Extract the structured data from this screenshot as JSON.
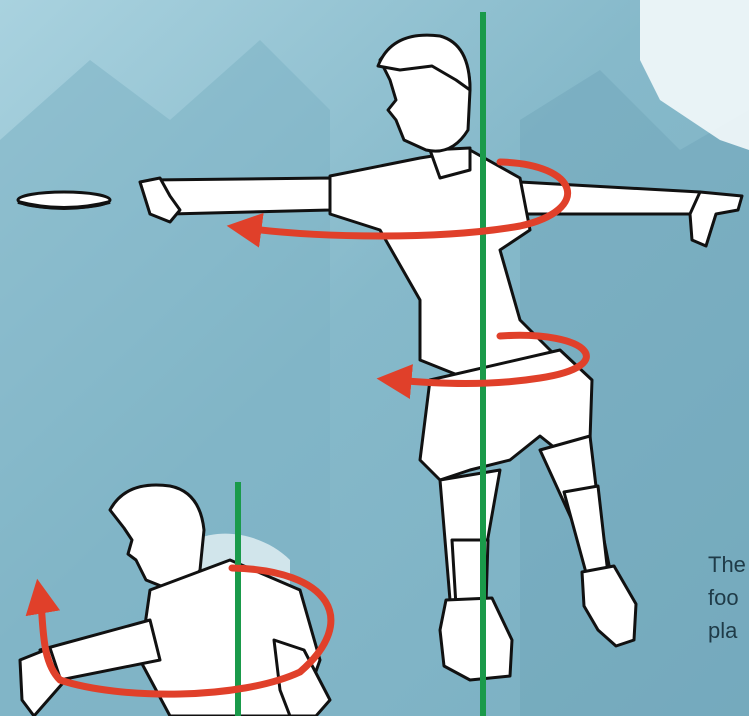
{
  "caption": {
    "lines": [
      "The",
      "foo",
      "pla"
    ]
  },
  "colors": {
    "sky_light": "#a9d2df",
    "sky_mid": "#86b9ca",
    "sky_dark": "#6fa4b8",
    "cloud": "#f4fafb",
    "axis_line": "#1a9a4a",
    "rotation_arrow": "#e0402a",
    "outline": "#111111",
    "figure_fill": "#ffffff",
    "caption_text": "#1f3b48"
  },
  "icons": {
    "disc": "flying-disc-icon",
    "rotation": "rotation-arrow-icon"
  }
}
